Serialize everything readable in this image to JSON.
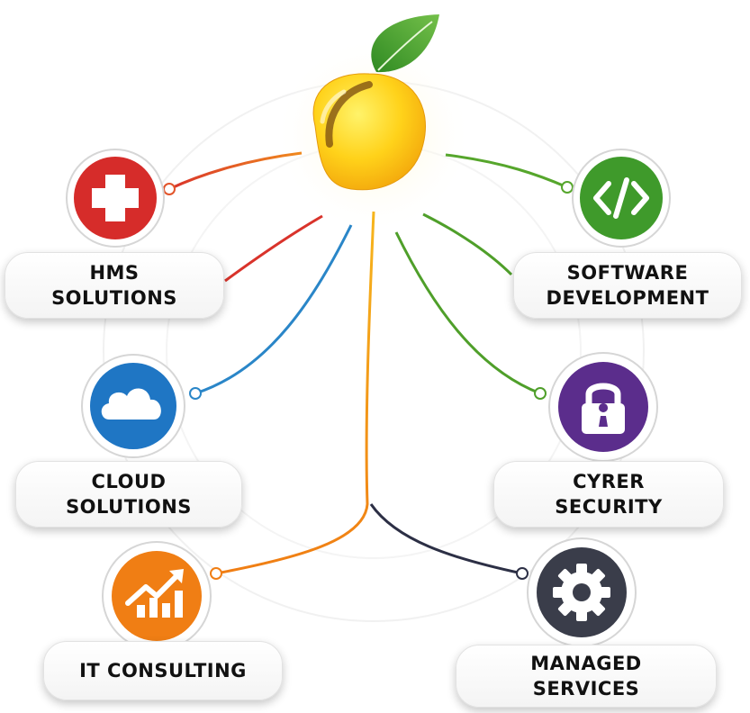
{
  "center": {
    "icon": "lemon-icon",
    "leaf": "leaf-icon"
  },
  "services": [
    {
      "label": "HMS\nSOLUTIONS",
      "icon": "medical-cross-icon",
      "color": "#d62c2a",
      "line": "#e2542a"
    },
    {
      "label": "CLOUD\nSOLUTIONS",
      "icon": "cloud-icon",
      "color": "#1f76c4",
      "line": "#2a86c8"
    },
    {
      "label": "IT CONSULTING",
      "icon": "growth-chart-icon",
      "color": "#f07e14",
      "line": "#f39318"
    },
    {
      "label": "SOFTWARE\nDEVELOPMENT",
      "icon": "code-icon",
      "color": "#3f9a2b",
      "line": "#56a62c"
    },
    {
      "label": "CYRER\nSECURITY",
      "icon": "padlock-icon",
      "color": "#5b2d8c",
      "line": "#4f9f2a"
    },
    {
      "label": "MANAGED\nSERVICES",
      "icon": "gear-icon",
      "color": "#3a3d4a",
      "line": "#2c2f45"
    }
  ]
}
